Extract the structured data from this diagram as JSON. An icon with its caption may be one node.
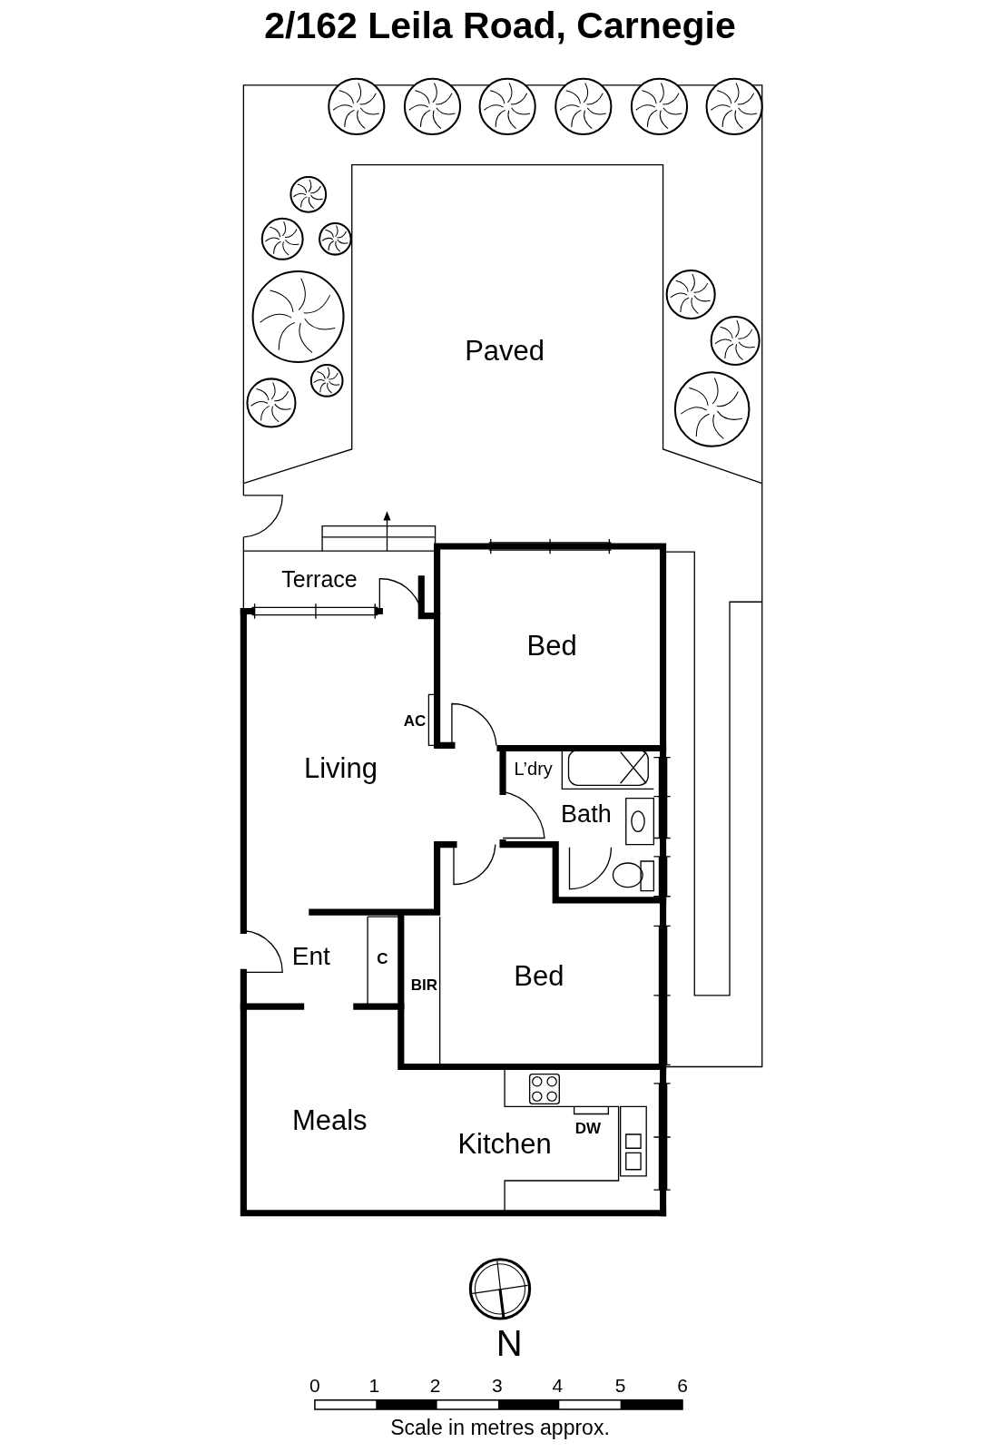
{
  "diagram": {
    "title": "2/162 Leila Road, Carnegie",
    "labels": [
      "Paved",
      "Terrace",
      "Bed",
      "AC",
      "Living",
      "L’dry",
      "Bath",
      "Ent",
      "C",
      "BIR",
      "Bed",
      "Meals",
      "Kitchen",
      "DW",
      "N",
      "0",
      "1",
      "2",
      "3",
      "4",
      "5",
      "6",
      "Scale in metres approx."
    ]
  }
}
